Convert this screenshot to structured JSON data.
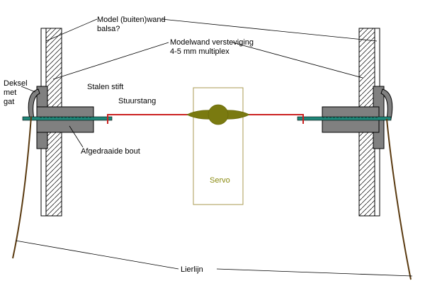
{
  "labels": {
    "outer_wall_line1": "Model (buiten)wand",
    "outer_wall_line2": "balsa?",
    "reinforcement_line1": "Modelwand versteviging",
    "reinforcement_line2": "4-5 mm multiplex",
    "cover_line1": "Deksel",
    "cover_line2": "met",
    "cover_line3": "gat",
    "steel_pin": "Stalen stift",
    "control_rod": "Stuurstang",
    "turned_bolt": "Afgedraaide bout",
    "servo": "Servo",
    "winch_line": "Lierlijn"
  },
  "colors": {
    "outline": "#000000",
    "bolt_fill": "#808080",
    "wall_fill": "#ffffff",
    "pin": "#20887a",
    "rod": "#cc2222",
    "servo_horn": "#7a7a10",
    "servo_box": "#a89a50",
    "servo_text": "#8a8a10",
    "winch_line": "#5a3a10"
  }
}
